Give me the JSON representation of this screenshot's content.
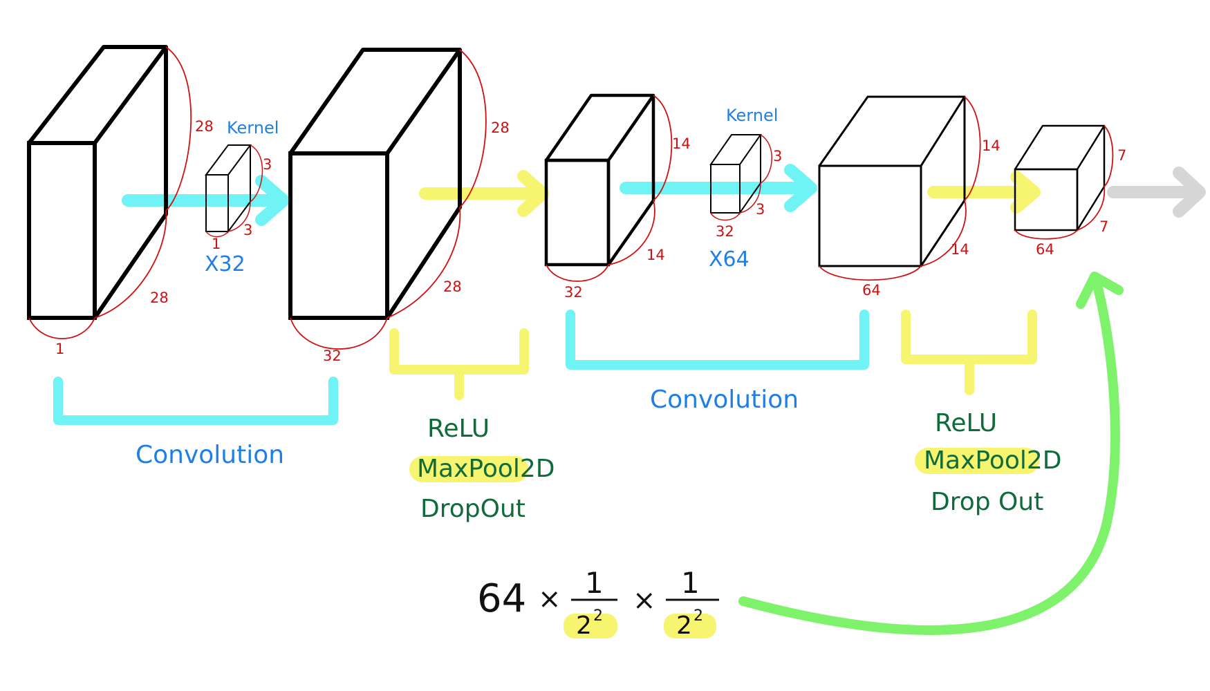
{
  "colors": {
    "outline": "#000000",
    "dimension": "#d10f0f",
    "convolution": "#6ff3f5",
    "activation": "#f7f56f",
    "flatten_arrow": "#7ef26a",
    "output_arrow": "#d6d6d6",
    "label_blue": "#1e7fe6",
    "label_green": "#0f6b3a"
  },
  "volumes": [
    {
      "height": "28",
      "width": "28",
      "depth": "1"
    },
    {
      "height": "28",
      "width": "28",
      "depth": "32"
    },
    {
      "height": "14",
      "width": "14",
      "depth": "32"
    },
    {
      "height": "14",
      "width": "14",
      "depth": "64"
    },
    {
      "height": "7",
      "width": "7",
      "depth": "64"
    }
  ],
  "kernels": [
    {
      "title": "Kernel",
      "size_a": "3",
      "size_b": "3",
      "depth": "1",
      "count": "X32"
    },
    {
      "title": "Kernel",
      "size_a": "3",
      "size_b": "3",
      "depth": "32",
      "count": "X64"
    }
  ],
  "stages": [
    {
      "label": "Convolution"
    },
    {
      "ops": [
        "ReLU",
        "MaxPool2D",
        "DropOut"
      ]
    },
    {
      "label": "Convolution"
    },
    {
      "ops": [
        "ReLU",
        "MaxPool2D",
        "Drop Out"
      ]
    }
  ],
  "formula": {
    "base": "64",
    "times": "×",
    "numerator": "1",
    "denominator_base": "2",
    "denominator_exp": "2"
  }
}
